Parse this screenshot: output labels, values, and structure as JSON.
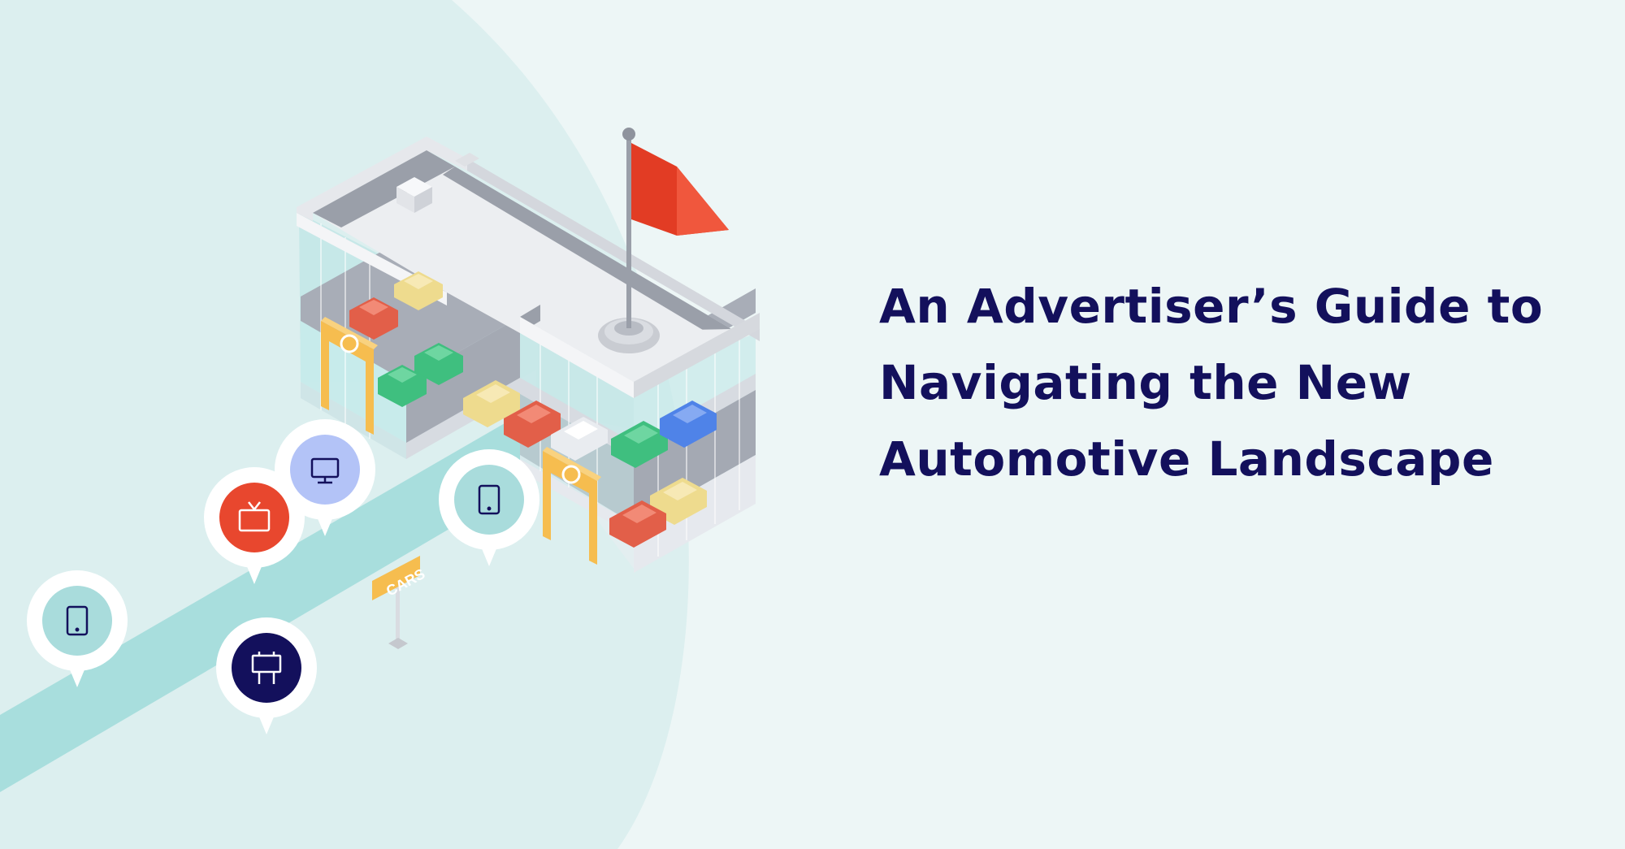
{
  "headline": {
    "line1": "An Advertiser’s Guide to",
    "line2": "Navigating the New",
    "line3": "Automotive Landscape"
  },
  "sign": {
    "text": "CARS"
  },
  "channel_pins": [
    {
      "icon": "tablet-icon",
      "color": "#a9dcdc"
    },
    {
      "icon": "tv-icon",
      "color": "#e8472e"
    },
    {
      "icon": "monitor-icon",
      "color": "#b3c3f7"
    },
    {
      "icon": "billboard-icon",
      "color": "#13105c"
    },
    {
      "icon": "tablet-icon",
      "color": "#a9dcdc"
    }
  ],
  "colors": {
    "background": "#edf6f6",
    "circle": "#dcefef",
    "road": "#a8dedd",
    "flag": "#e23c24",
    "headline": "#13105c",
    "accent_yellow": "#f6bd4f"
  }
}
